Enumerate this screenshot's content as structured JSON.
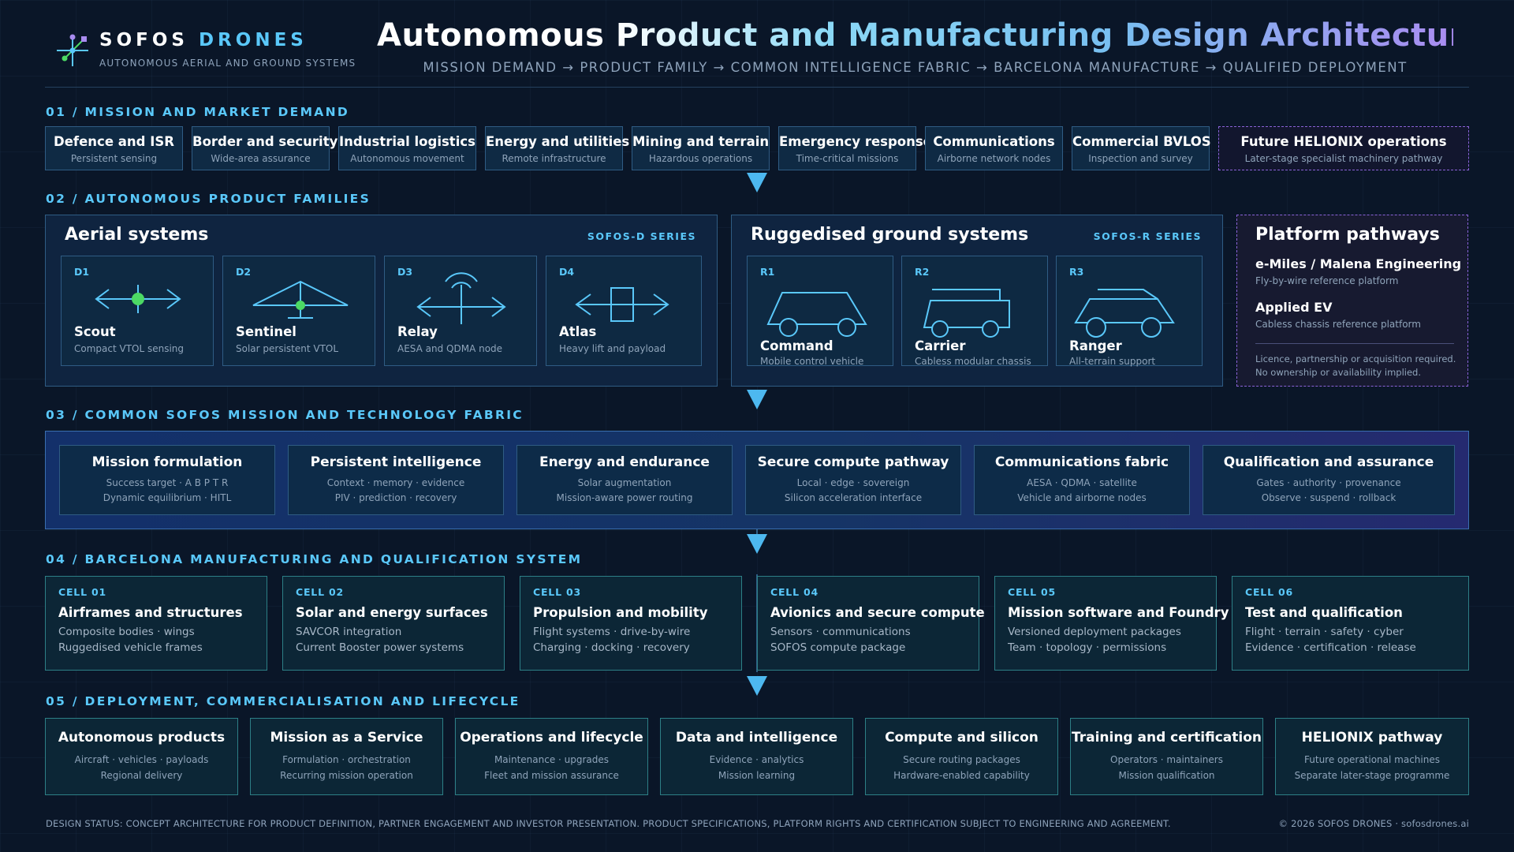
{
  "brand": {
    "name_part1": "SOFOS",
    "name_part2": "DRONES",
    "tagline": "AUTONOMOUS AERIAL AND GROUND SYSTEMS",
    "logo_icon": "drone-star-icon"
  },
  "title": "Autonomous Product and Manufacturing Design Architecture",
  "subtitle": "MISSION DEMAND → PRODUCT FAMILY → COMMON INTELLIGENCE FABRIC → BARCELONA MANUFACTURE → QUALIFIED DEPLOYMENT",
  "colors": {
    "background": "#0a1628",
    "accent": "#5ac8fa",
    "card_border": "#2f5c84",
    "dashed_future": "#8a63d8",
    "teal_border": "#2d7f86",
    "status_green": "#4cd964"
  },
  "sections": {
    "s1": "01 / MISSION AND MARKET DEMAND",
    "s2": "02 / AUTONOMOUS PRODUCT FAMILIES",
    "s3": "03 / COMMON SOFOS MISSION AND TECHNOLOGY FABRIC",
    "s4": "04 / BARCELONA MANUFACTURING AND QUALIFICATION SYSTEM",
    "s5": "05 / DEPLOYMENT, COMMERCIALISATION AND LIFECYCLE"
  },
  "demand": [
    {
      "title": "Defence and ISR",
      "sub": "Persistent sensing"
    },
    {
      "title": "Border and security",
      "sub": "Wide-area assurance"
    },
    {
      "title": "Industrial logistics",
      "sub": "Autonomous movement"
    },
    {
      "title": "Energy and utilities",
      "sub": "Remote infrastructure"
    },
    {
      "title": "Mining and terrain",
      "sub": "Hazardous operations"
    },
    {
      "title": "Emergency response",
      "sub": "Time-critical missions"
    },
    {
      "title": "Communications",
      "sub": "Airborne network nodes"
    },
    {
      "title": "Commercial BVLOS",
      "sub": "Inspection and survey"
    },
    {
      "title": "Future HELIONIX operations",
      "sub": "Later-stage specialist machinery pathway"
    }
  ],
  "aerial": {
    "title": "Aerial systems",
    "series": "SOFOS-D SERIES",
    "products": [
      {
        "code": "D1",
        "name": "Scout",
        "desc": "Compact VTOL sensing",
        "icon": "vtol-drone-icon"
      },
      {
        "code": "D2",
        "name": "Sentinel",
        "desc": "Solar persistent VTOL",
        "icon": "solar-wing-icon"
      },
      {
        "code": "D3",
        "name": "Relay",
        "desc": "AESA and QDMA node",
        "icon": "antenna-node-icon"
      },
      {
        "code": "D4",
        "name": "Atlas",
        "desc": "Heavy lift and payload",
        "icon": "payload-lift-icon"
      }
    ]
  },
  "ground": {
    "title": "Ruggedised ground systems",
    "series": "SOFOS-R SERIES",
    "products": [
      {
        "code": "R1",
        "name": "Command",
        "desc": "Mobile control vehicle",
        "icon": "command-vehicle-icon"
      },
      {
        "code": "R2",
        "name": "Carrier",
        "desc": "Cabless modular chassis",
        "icon": "carrier-vehicle-icon"
      },
      {
        "code": "R3",
        "name": "Ranger",
        "desc": "All-terrain support",
        "icon": "ranger-vehicle-icon"
      }
    ]
  },
  "pathways": {
    "title": "Platform pathways",
    "items": [
      {
        "name": "e-Miles / Malena Engineering",
        "desc": "Fly-by-wire reference platform"
      },
      {
        "name": "Applied EV",
        "desc": "Cabless chassis reference platform"
      }
    ],
    "note_line1": "Licence, partnership or acquisition required.",
    "note_line2": "No ownership or availability implied."
  },
  "fabric": [
    {
      "title": "Mission formulation",
      "line1": "Success target · A B P T R",
      "line2": "Dynamic equilibrium · HITL"
    },
    {
      "title": "Persistent intelligence",
      "line1": "Context · memory · evidence",
      "line2": "PIV · prediction · recovery"
    },
    {
      "title": "Energy and endurance",
      "line1": "Solar augmentation",
      "line2": "Mission-aware power routing"
    },
    {
      "title": "Secure compute pathway",
      "line1": "Local · edge · sovereign",
      "line2": "Silicon acceleration interface"
    },
    {
      "title": "Communications fabric",
      "line1": "AESA · QDMA · satellite",
      "line2": "Vehicle and airborne nodes"
    },
    {
      "title": "Qualification and assurance",
      "line1": "Gates · authority · provenance",
      "line2": "Observe · suspend · rollback"
    }
  ],
  "cells": [
    {
      "cell": "CELL 01",
      "title": "Airframes and structures",
      "line1": "Composite bodies · wings",
      "line2": "Ruggedised vehicle frames"
    },
    {
      "cell": "CELL 02",
      "title": "Solar and energy surfaces",
      "line1": "SAVCOR integration",
      "line2": "Current Booster power systems"
    },
    {
      "cell": "CELL 03",
      "title": "Propulsion and mobility",
      "line1": "Flight systems · drive-by-wire",
      "line2": "Charging · docking · recovery"
    },
    {
      "cell": "CELL 04",
      "title": "Avionics and secure compute",
      "line1": "Sensors · communications",
      "line2": "SOFOS compute package"
    },
    {
      "cell": "CELL 05",
      "title": "Mission software and Foundry",
      "line1": "Versioned deployment packages",
      "line2": "Team · topology · permissions"
    },
    {
      "cell": "CELL 06",
      "title": "Test and qualification",
      "line1": "Flight · terrain · safety · cyber",
      "line2": "Evidence · certification · release"
    }
  ],
  "deployment": [
    {
      "title": "Autonomous products",
      "line1": "Aircraft · vehicles · payloads",
      "line2": "Regional delivery"
    },
    {
      "title": "Mission as a Service",
      "line1": "Formulation · orchestration",
      "line2": "Recurring mission operation"
    },
    {
      "title": "Operations and lifecycle",
      "line1": "Maintenance · upgrades",
      "line2": "Fleet and mission assurance"
    },
    {
      "title": "Data and intelligence",
      "line1": "Evidence · analytics",
      "line2": "Mission learning"
    },
    {
      "title": "Compute and silicon",
      "line1": "Secure routing packages",
      "line2": "Hardware-enabled capability"
    },
    {
      "title": "Training and certification",
      "line1": "Operators · maintainers",
      "line2": "Mission qualification"
    },
    {
      "title": "HELIONIX pathway",
      "line1": "Future operational machines",
      "line2": "Separate later-stage programme"
    }
  ],
  "footer": {
    "status": "DESIGN STATUS: CONCEPT ARCHITECTURE FOR PRODUCT DEFINITION, PARTNER ENGAGEMENT AND INVESTOR PRESENTATION. PRODUCT SPECIFICATIONS, PLATFORM RIGHTS AND CERTIFICATION SUBJECT TO ENGINEERING AND AGREEMENT.",
    "copyright": "© 2026 SOFOS DRONES · sofosdrones.ai"
  }
}
